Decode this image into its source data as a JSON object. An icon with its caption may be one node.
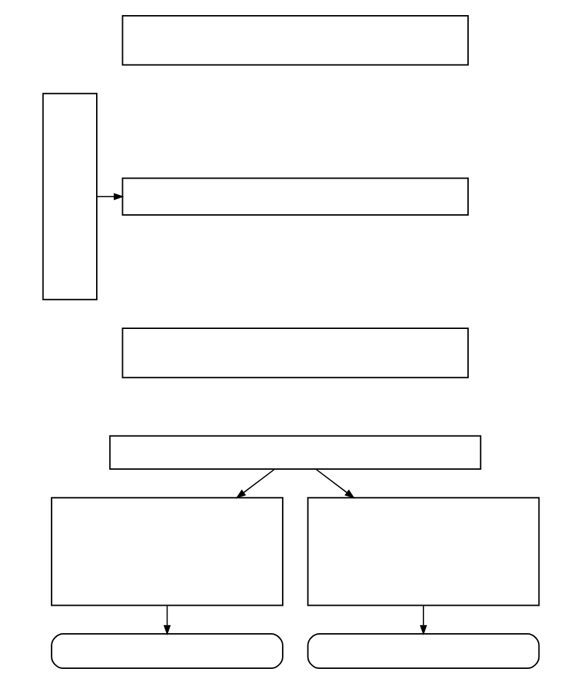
{
  "diagram": {
    "nodes": [
      {
        "text": [],
        "shape": "box"
      },
      {
        "text": [],
        "shape": "box"
      },
      {
        "text": [],
        "shape": "box"
      },
      {
        "text": [],
        "shape": "box"
      },
      {
        "text": [],
        "shape": "box"
      },
      {
        "text": [],
        "shape": "box"
      },
      {
        "text": [],
        "shape": "box"
      },
      {
        "text": [],
        "shape": "box"
      },
      {
        "text": [],
        "shape": "box"
      }
    ],
    "edges": [
      {
        "from": 0,
        "to": 2,
        "arrow": "to"
      },
      {
        "from": 4,
        "to": 5,
        "arrow": "to"
      },
      {
        "from": 4,
        "to": 6,
        "arrow": "to"
      },
      {
        "from": 5,
        "to": 7,
        "arrow": "to"
      },
      {
        "from": 6,
        "to": 8,
        "arrow": "to"
      }
    ]
  }
}
